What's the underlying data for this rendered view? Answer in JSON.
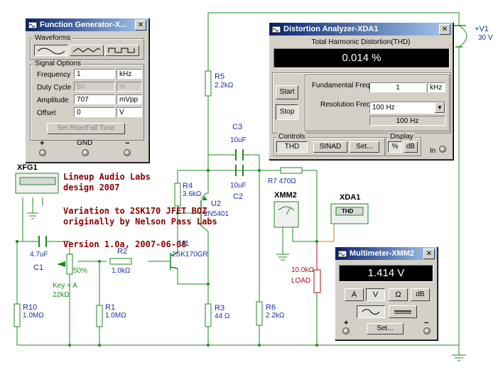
{
  "schematic": {
    "notes": {
      "line1": "Lineup Audio Labs",
      "line2": "design 2007",
      "line3": "Variation to 2SK170 JFET BOZ",
      "line4": "originally by Nelson Pass Labs",
      "line5": "Version 1.0a, 2007-06-08"
    },
    "components": {
      "r5": {
        "name": "R5",
        "value": "2.2kΩ"
      },
      "r4": {
        "name": "R4",
        "value": "3.6kΩ"
      },
      "r2": {
        "name": "R2",
        "value": "1.0kΩ"
      },
      "r1": {
        "name": "R1",
        "value": "1.0MΩ"
      },
      "r3": {
        "name": "R3",
        "value": "44 Ω"
      },
      "r6": {
        "name": "R6",
        "value": "2.2kΩ"
      },
      "r7": {
        "name": "R7",
        "value": "470Ω"
      },
      "r10": {
        "name": "R10",
        "value": "1.0MΩ"
      },
      "c1": {
        "name": "C1",
        "value": "4.7uF"
      },
      "c2": {
        "name": "C2",
        "value": "10uF"
      },
      "c3": {
        "name": "C3",
        "value": "10uF"
      },
      "u1": {
        "name": "U1",
        "value": "2SK170GR"
      },
      "u2": {
        "name": "U2",
        "value": "2N5401"
      },
      "pot": {
        "percent": "50%",
        "key": "Key = A",
        "value": "22kΩ"
      },
      "load": {
        "value": "10.0kΩ",
        "name": "LOAD"
      },
      "v1": {
        "name": "V1",
        "value": "30 V"
      },
      "xfg1": {
        "name": "XFG1"
      },
      "xmm2": {
        "name": "XMM2"
      },
      "xda1": {
        "name": "XDA1",
        "screen": "THD"
      }
    }
  },
  "function_generator": {
    "title": "Function Generator-X...",
    "waveforms_label": "Waveforms",
    "signal_options_label": "Signal Options",
    "rows": [
      {
        "label": "Frequency",
        "value": "1",
        "unit": "kHz",
        "disabled": false
      },
      {
        "label": "Duty Cycle",
        "value": "50",
        "unit": "%",
        "disabled": true
      },
      {
        "label": "Amplitude",
        "value": "707",
        "unit": "mVpp",
        "disabled": false
      },
      {
        "label": "Offset",
        "value": "0",
        "unit": "V",
        "disabled": false
      }
    ],
    "set_rise_fall_label": "Set Rise/Fall Time",
    "terminals": {
      "plus": "+",
      "gnd": "GND",
      "minus": "−"
    }
  },
  "distortion_analyzer": {
    "title": "Distortion Analyzer-XDA1",
    "thd_label": "Total Harmonic Distortion(THD)",
    "thd_value": "0.014 %",
    "start_label": "Start",
    "stop_label": "Stop",
    "fundamental_label": "Fundamental Freq.",
    "fundamental_value": "1",
    "fundamental_unit": "kHz",
    "resolution_label": "Resolution Freq.",
    "resolution_value": "100 Hz",
    "resolution_readout": "100 Hz",
    "controls_label": "Controls",
    "thd_btn": "THD",
    "sinad_btn": "SINAD",
    "set_btn": "Set...",
    "display_label": "Display",
    "percent_btn": "%",
    "db_btn": "dB",
    "in_label": "In"
  },
  "multimeter": {
    "title": "Multimeter-XMM2",
    "reading": "1.414 V",
    "a_btn": "A",
    "v_btn": "V",
    "ohm_btn": "Ω",
    "db_btn": "dB",
    "set_btn": "Set...",
    "plus": "+",
    "minus": "−"
  }
}
